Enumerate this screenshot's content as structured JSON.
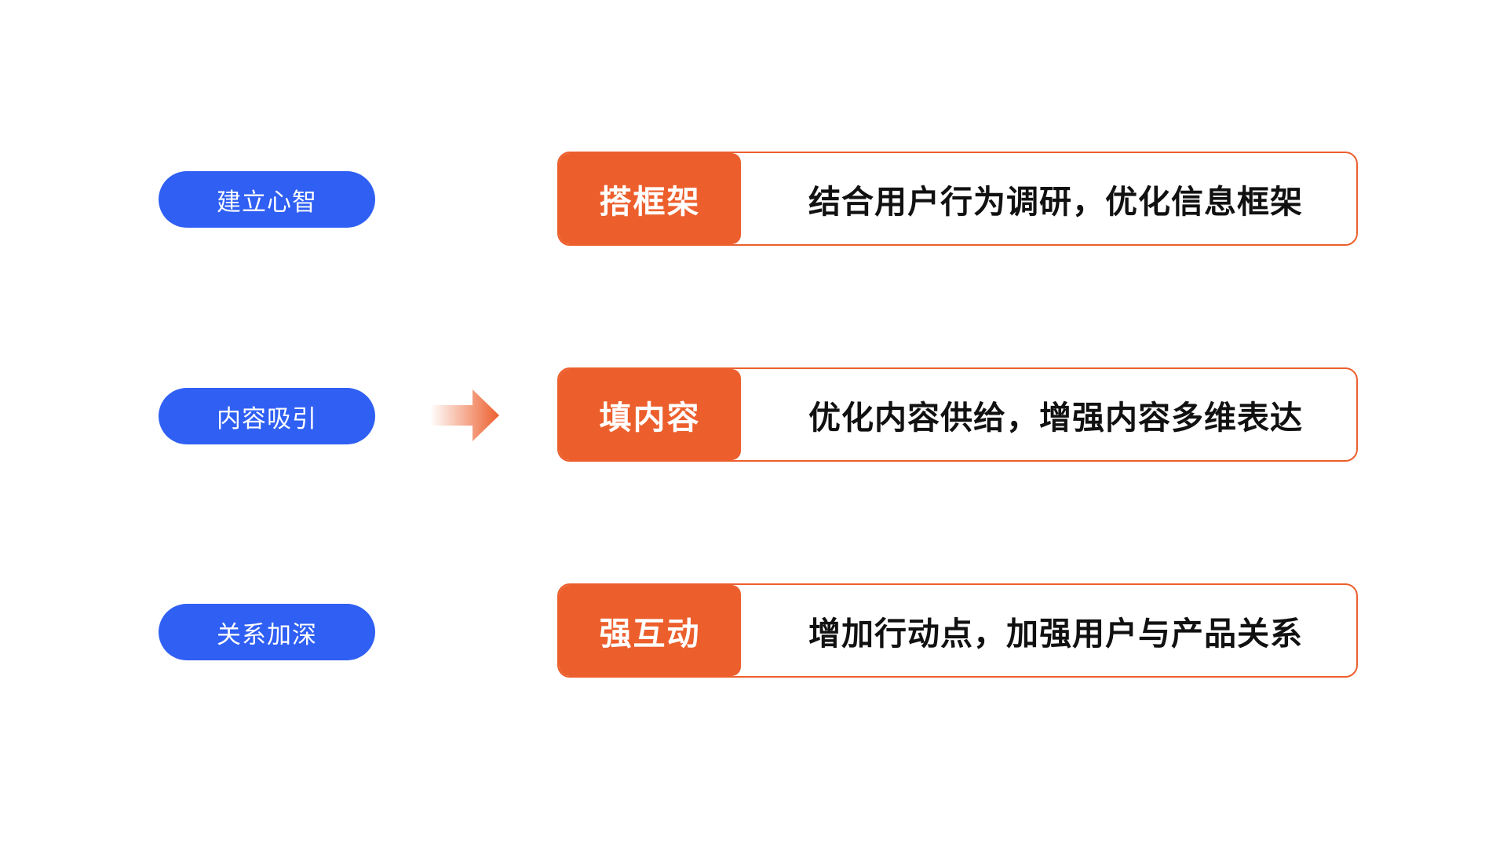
{
  "colors": {
    "pill": "#2f5ff3",
    "accent": "#ec5f2d"
  },
  "rows": [
    {
      "stage": "建立心智",
      "tag": "搭框架",
      "description": "结合用户行为调研，优化信息框架"
    },
    {
      "stage": "内容吸引",
      "tag": "填内容",
      "description": "优化内容供给，增强内容多维表达"
    },
    {
      "stage": "关系加深",
      "tag": "强互动",
      "description": "增加行动点，加强用户与产品关系"
    }
  ],
  "arrow_icon": "right-arrow-icon"
}
